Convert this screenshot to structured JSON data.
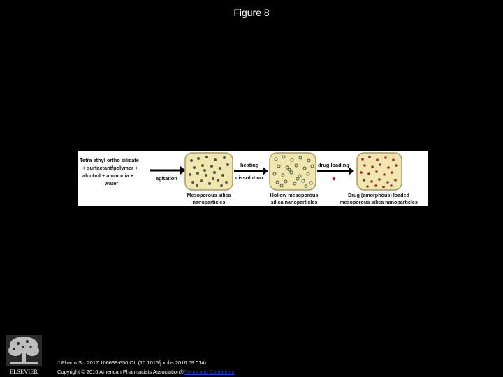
{
  "slide": {
    "title": "Figure 8"
  },
  "diagram": {
    "inputs": {
      "line1": "Tetra ethyl ortho silicate",
      "line2": "+ surfactant/polymer +",
      "line3": "alcohol + ammonia +",
      "line4": "water"
    },
    "step1_label": "agitation",
    "stage1": {
      "line1": "Mesoporous silica",
      "line2": "nanoparticles"
    },
    "step2_label_top": "heating",
    "step2_label_bottom": "dissolution",
    "stage2": {
      "line1": "Hollow mesoporous",
      "line2": "silica nanoparticles"
    },
    "step3_label": "drug loading",
    "stage3": {
      "line1": "Drug (amorphous) loaded",
      "line2": "mesoporous silica nanoparticles"
    },
    "colors": {
      "box_fill": "#f1e6ae",
      "box_stroke": "#a89a66",
      "solid_particle": "#4c5a50",
      "hollow_particle": "#3e4e44",
      "drug": "#9a2a35",
      "arrow": "#000000"
    }
  },
  "footer": {
    "citation": "J Pharm Sci 2017 106639-650 OI: (10.1016/j.xphs.2016.09.014)",
    "copyright": "Copyright © 2016 American Pharmacists Association®",
    "terms_link": "Terms and Conditions"
  },
  "publisher": {
    "logo_text": "ELSEVIER"
  }
}
